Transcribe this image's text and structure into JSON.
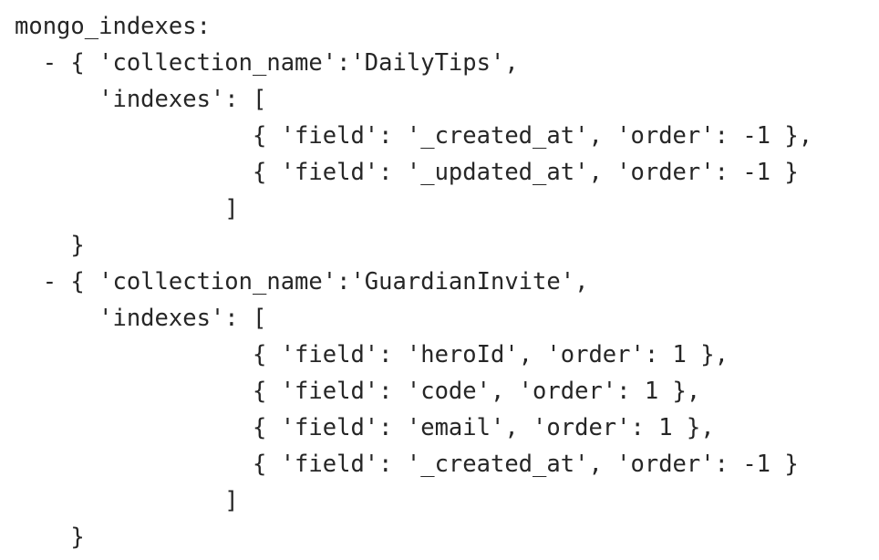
{
  "code": {
    "lines": [
      "mongo_indexes:",
      "  - { 'collection_name':'DailyTips',",
      "      'indexes': [",
      "                 { 'field': '_created_at', 'order': -1 },",
      "                 { 'field': '_updated_at', 'order': -1 }",
      "               ]",
      "    }",
      "  - { 'collection_name':'GuardianInvite',",
      "      'indexes': [",
      "                 { 'field': 'heroId', 'order': 1 },",
      "                 { 'field': 'code', 'order': 1 },",
      "                 { 'field': 'email', 'order': 1 },",
      "                 { 'field': '_created_at', 'order': -1 }",
      "               ]",
      "    }"
    ]
  }
}
